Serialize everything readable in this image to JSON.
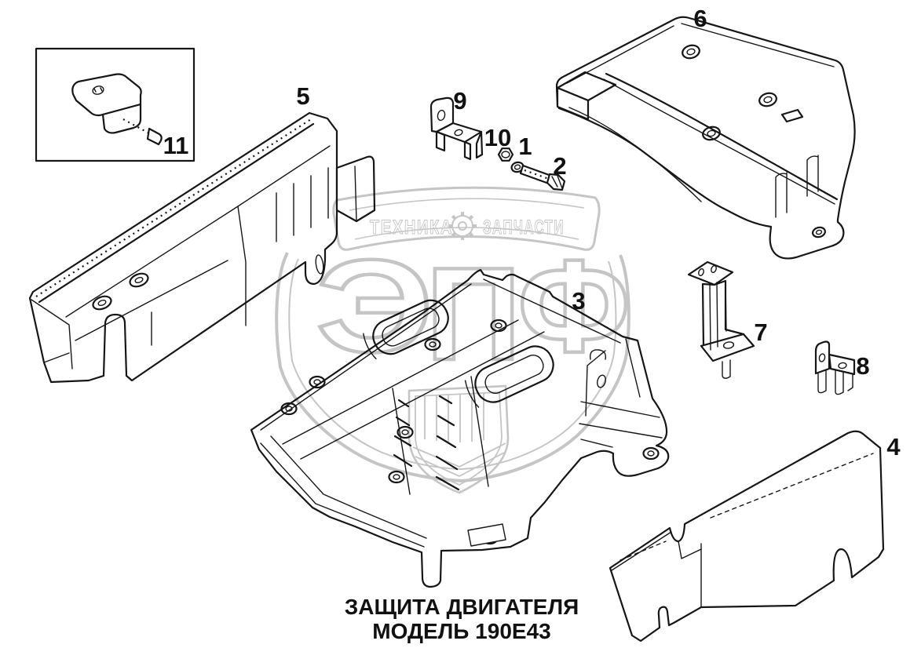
{
  "figure": {
    "background": "#ffffff",
    "ink_color": "#161616",
    "caption": {
      "line1": "ЗАЩИТА ДВИГАТЕЛЯ",
      "line2": "МОДЕЛЬ 190Е43"
    },
    "callouts": [
      {
        "label": "1"
      },
      {
        "label": "2"
      },
      {
        "label": "3"
      },
      {
        "label": "4"
      },
      {
        "label": "5"
      },
      {
        "label": "6"
      },
      {
        "label": "7"
      },
      {
        "label": "8"
      },
      {
        "label": "9"
      },
      {
        "label": "10"
      },
      {
        "label": "11"
      }
    ],
    "watermark": {
      "color": "#c5c5c5",
      "banner_left": "ТЕХНИКА",
      "banner_right": "ЗАПЧАСТИ",
      "monogram": [
        "Э",
        "П",
        "Ф"
      ],
      "gear_icon": "gear"
    }
  }
}
